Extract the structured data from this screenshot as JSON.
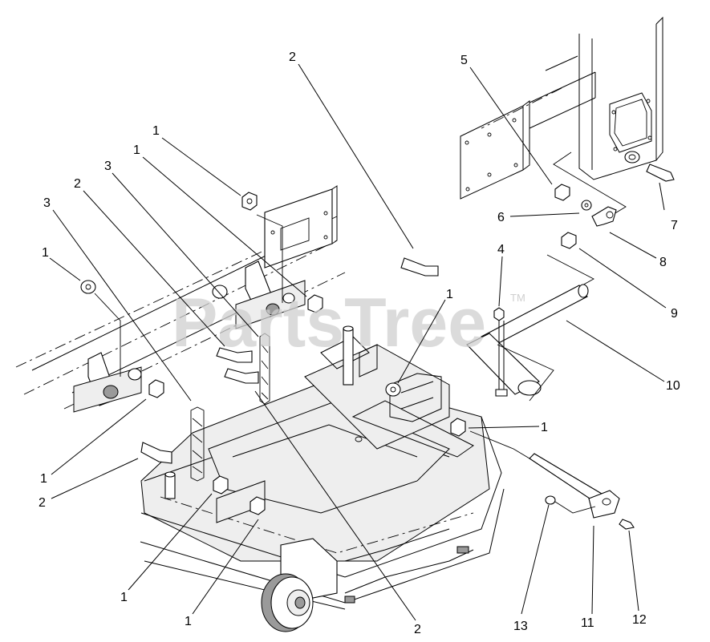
{
  "diagram": {
    "watermark": "PartsTree",
    "watermark_mark": "TM",
    "callouts": [
      {
        "id": "c1",
        "text": "2"
      },
      {
        "id": "c2",
        "text": "5"
      },
      {
        "id": "c3",
        "text": "1"
      },
      {
        "id": "c4",
        "text": "1"
      },
      {
        "id": "c5",
        "text": "3"
      },
      {
        "id": "c6",
        "text": "2"
      },
      {
        "id": "c7",
        "text": "3"
      },
      {
        "id": "c8",
        "text": "1"
      },
      {
        "id": "c9",
        "text": "6"
      },
      {
        "id": "c10",
        "text": "7"
      },
      {
        "id": "c11",
        "text": "4"
      },
      {
        "id": "c12",
        "text": "8"
      },
      {
        "id": "c13",
        "text": "9"
      },
      {
        "id": "c14",
        "text": "1"
      },
      {
        "id": "c15",
        "text": "10"
      },
      {
        "id": "c16",
        "text": "1"
      },
      {
        "id": "c17",
        "text": "1"
      },
      {
        "id": "c18",
        "text": "2"
      },
      {
        "id": "c19",
        "text": "1"
      },
      {
        "id": "c20",
        "text": "1"
      },
      {
        "id": "c21",
        "text": "2"
      },
      {
        "id": "c22",
        "text": "13"
      },
      {
        "id": "c23",
        "text": "11"
      },
      {
        "id": "c24",
        "text": "12"
      }
    ]
  }
}
